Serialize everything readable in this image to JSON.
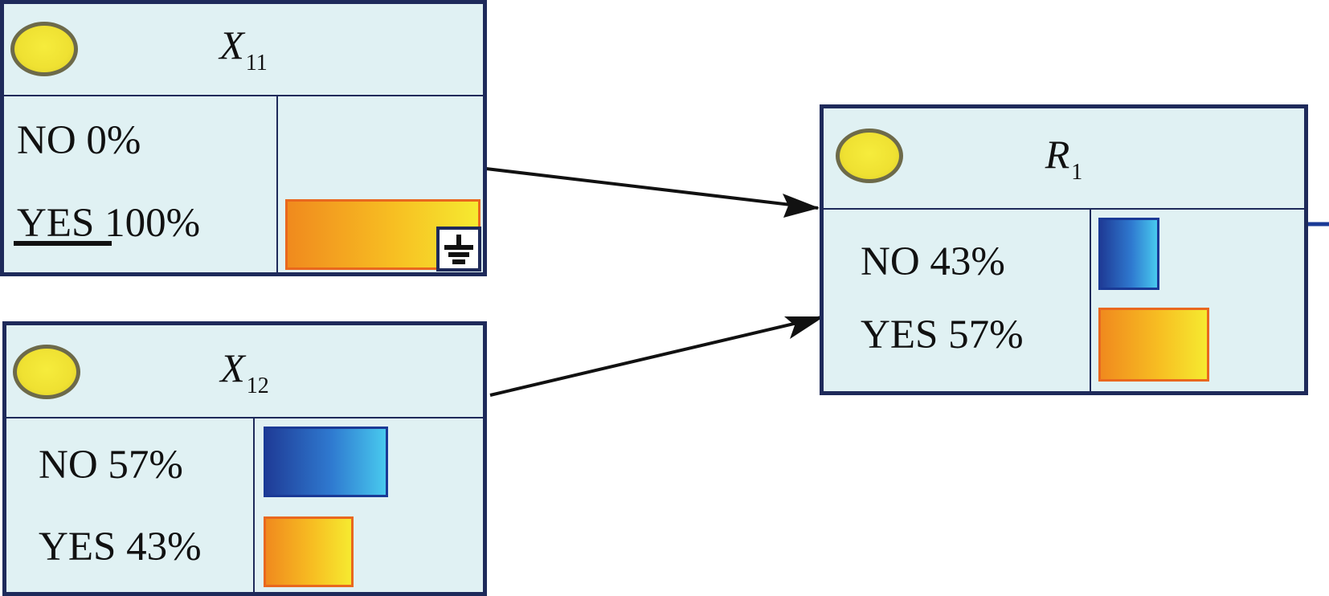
{
  "nodes": {
    "x11": {
      "title": "X",
      "subscript": "11",
      "states": [
        {
          "label": "NO 0%",
          "value": 0
        },
        {
          "label": "YES 100%",
          "value": 100
        }
      ],
      "evidence_set": true
    },
    "x12": {
      "title": "X",
      "subscript": "12",
      "states": [
        {
          "label": "NO 57%",
          "value": 57
        },
        {
          "label": "YES 43%",
          "value": 43
        }
      ]
    },
    "r1": {
      "title": "R",
      "subscript": "1",
      "states": [
        {
          "label": "NO 43%",
          "value": 43
        },
        {
          "label": "YES 57%",
          "value": 57
        }
      ]
    }
  },
  "edges": [
    {
      "from": "X11",
      "to": "R1"
    },
    {
      "from": "X12",
      "to": "R1"
    }
  ],
  "colors": {
    "node_fill": "#e0f1f3",
    "node_border": "#1e2a5a",
    "bulb": "#f2e634",
    "bar_no": "#2f7ad0",
    "bar_yes": "#f7be22"
  },
  "icons": [
    "lightbulb-icon",
    "evidence-ground-icon"
  ]
}
